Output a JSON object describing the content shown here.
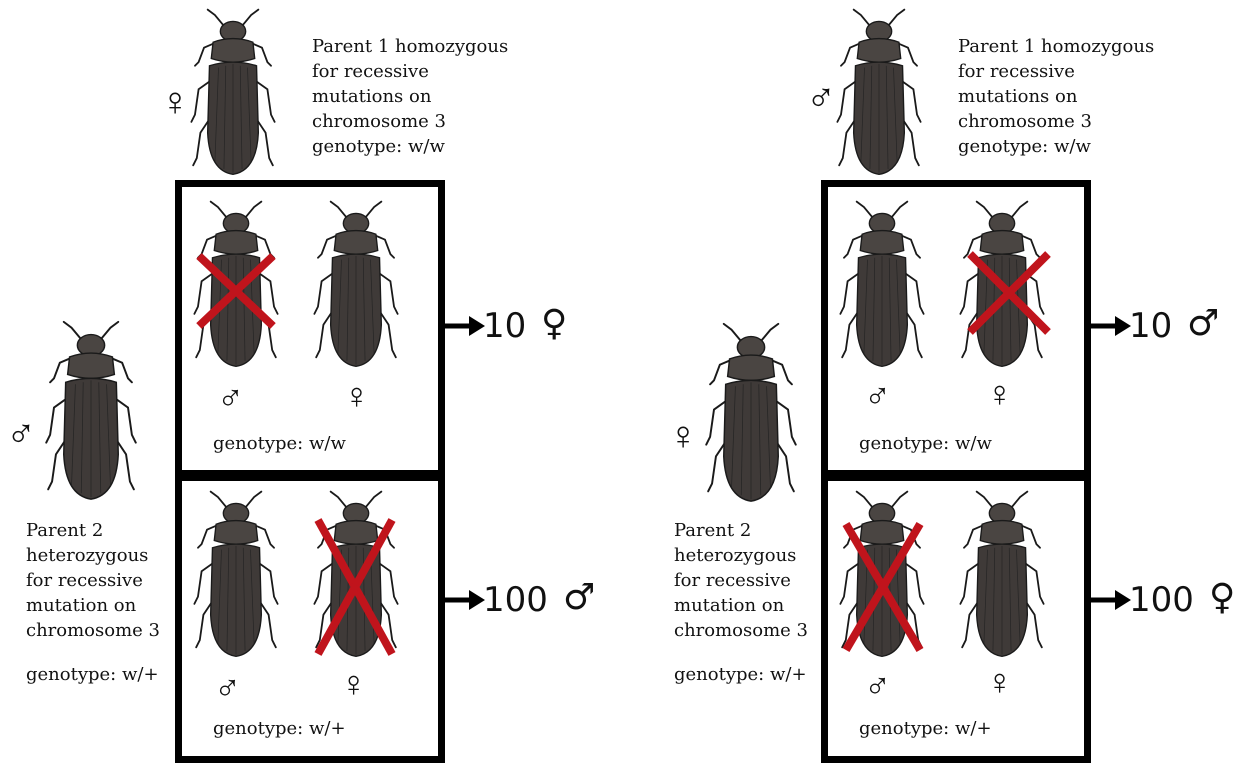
{
  "colors": {
    "cross": "#c0141c",
    "beetle": "#3f3a38",
    "box_border": "#000000"
  },
  "symbols": {
    "female": "♀",
    "male": "♂"
  },
  "left": {
    "parent1_text": [
      "Parent 1 homozygous",
      "for recessive",
      "mutations on",
      "chromosome 3",
      "genotype: w/w"
    ],
    "parent1_sex": "♀",
    "parent2_text": [
      "Parent 2",
      "heterozygous",
      "for recessive",
      "mutation on",
      "chromosome 3"
    ],
    "parent2_genotype": "genotype: w/+",
    "parent2_sex": "♂",
    "top_box": {
      "left_sex": "♂",
      "right_sex": "♀",
      "genotype": "genotype: w/w",
      "crossed": "left",
      "result_count": "10",
      "result_sex": "♀"
    },
    "bottom_box": {
      "left_sex": "♂",
      "right_sex": "♀",
      "genotype": "genotype: w/+",
      "crossed": "right",
      "result_count": "100",
      "result_sex": "♂"
    }
  },
  "right": {
    "parent1_text": [
      "Parent 1 homozygous",
      "for recessive",
      "mutations on",
      "chromosome 3",
      "genotype: w/w"
    ],
    "parent1_sex": "♂",
    "parent2_text": [
      "Parent 2",
      "heterozygous",
      "for recessive",
      "mutation on",
      "chromosome 3"
    ],
    "parent2_genotype": "genotype: w/+",
    "parent2_sex": "♀",
    "top_box": {
      "left_sex": "♂",
      "right_sex": "♀",
      "genotype": "genotype: w/w",
      "crossed": "right",
      "result_count": "10",
      "result_sex": "♂"
    },
    "bottom_box": {
      "left_sex": "♂",
      "right_sex": "♀",
      "genotype": "genotype: w/+",
      "crossed": "left",
      "result_count": "100",
      "result_sex": "♀"
    }
  }
}
